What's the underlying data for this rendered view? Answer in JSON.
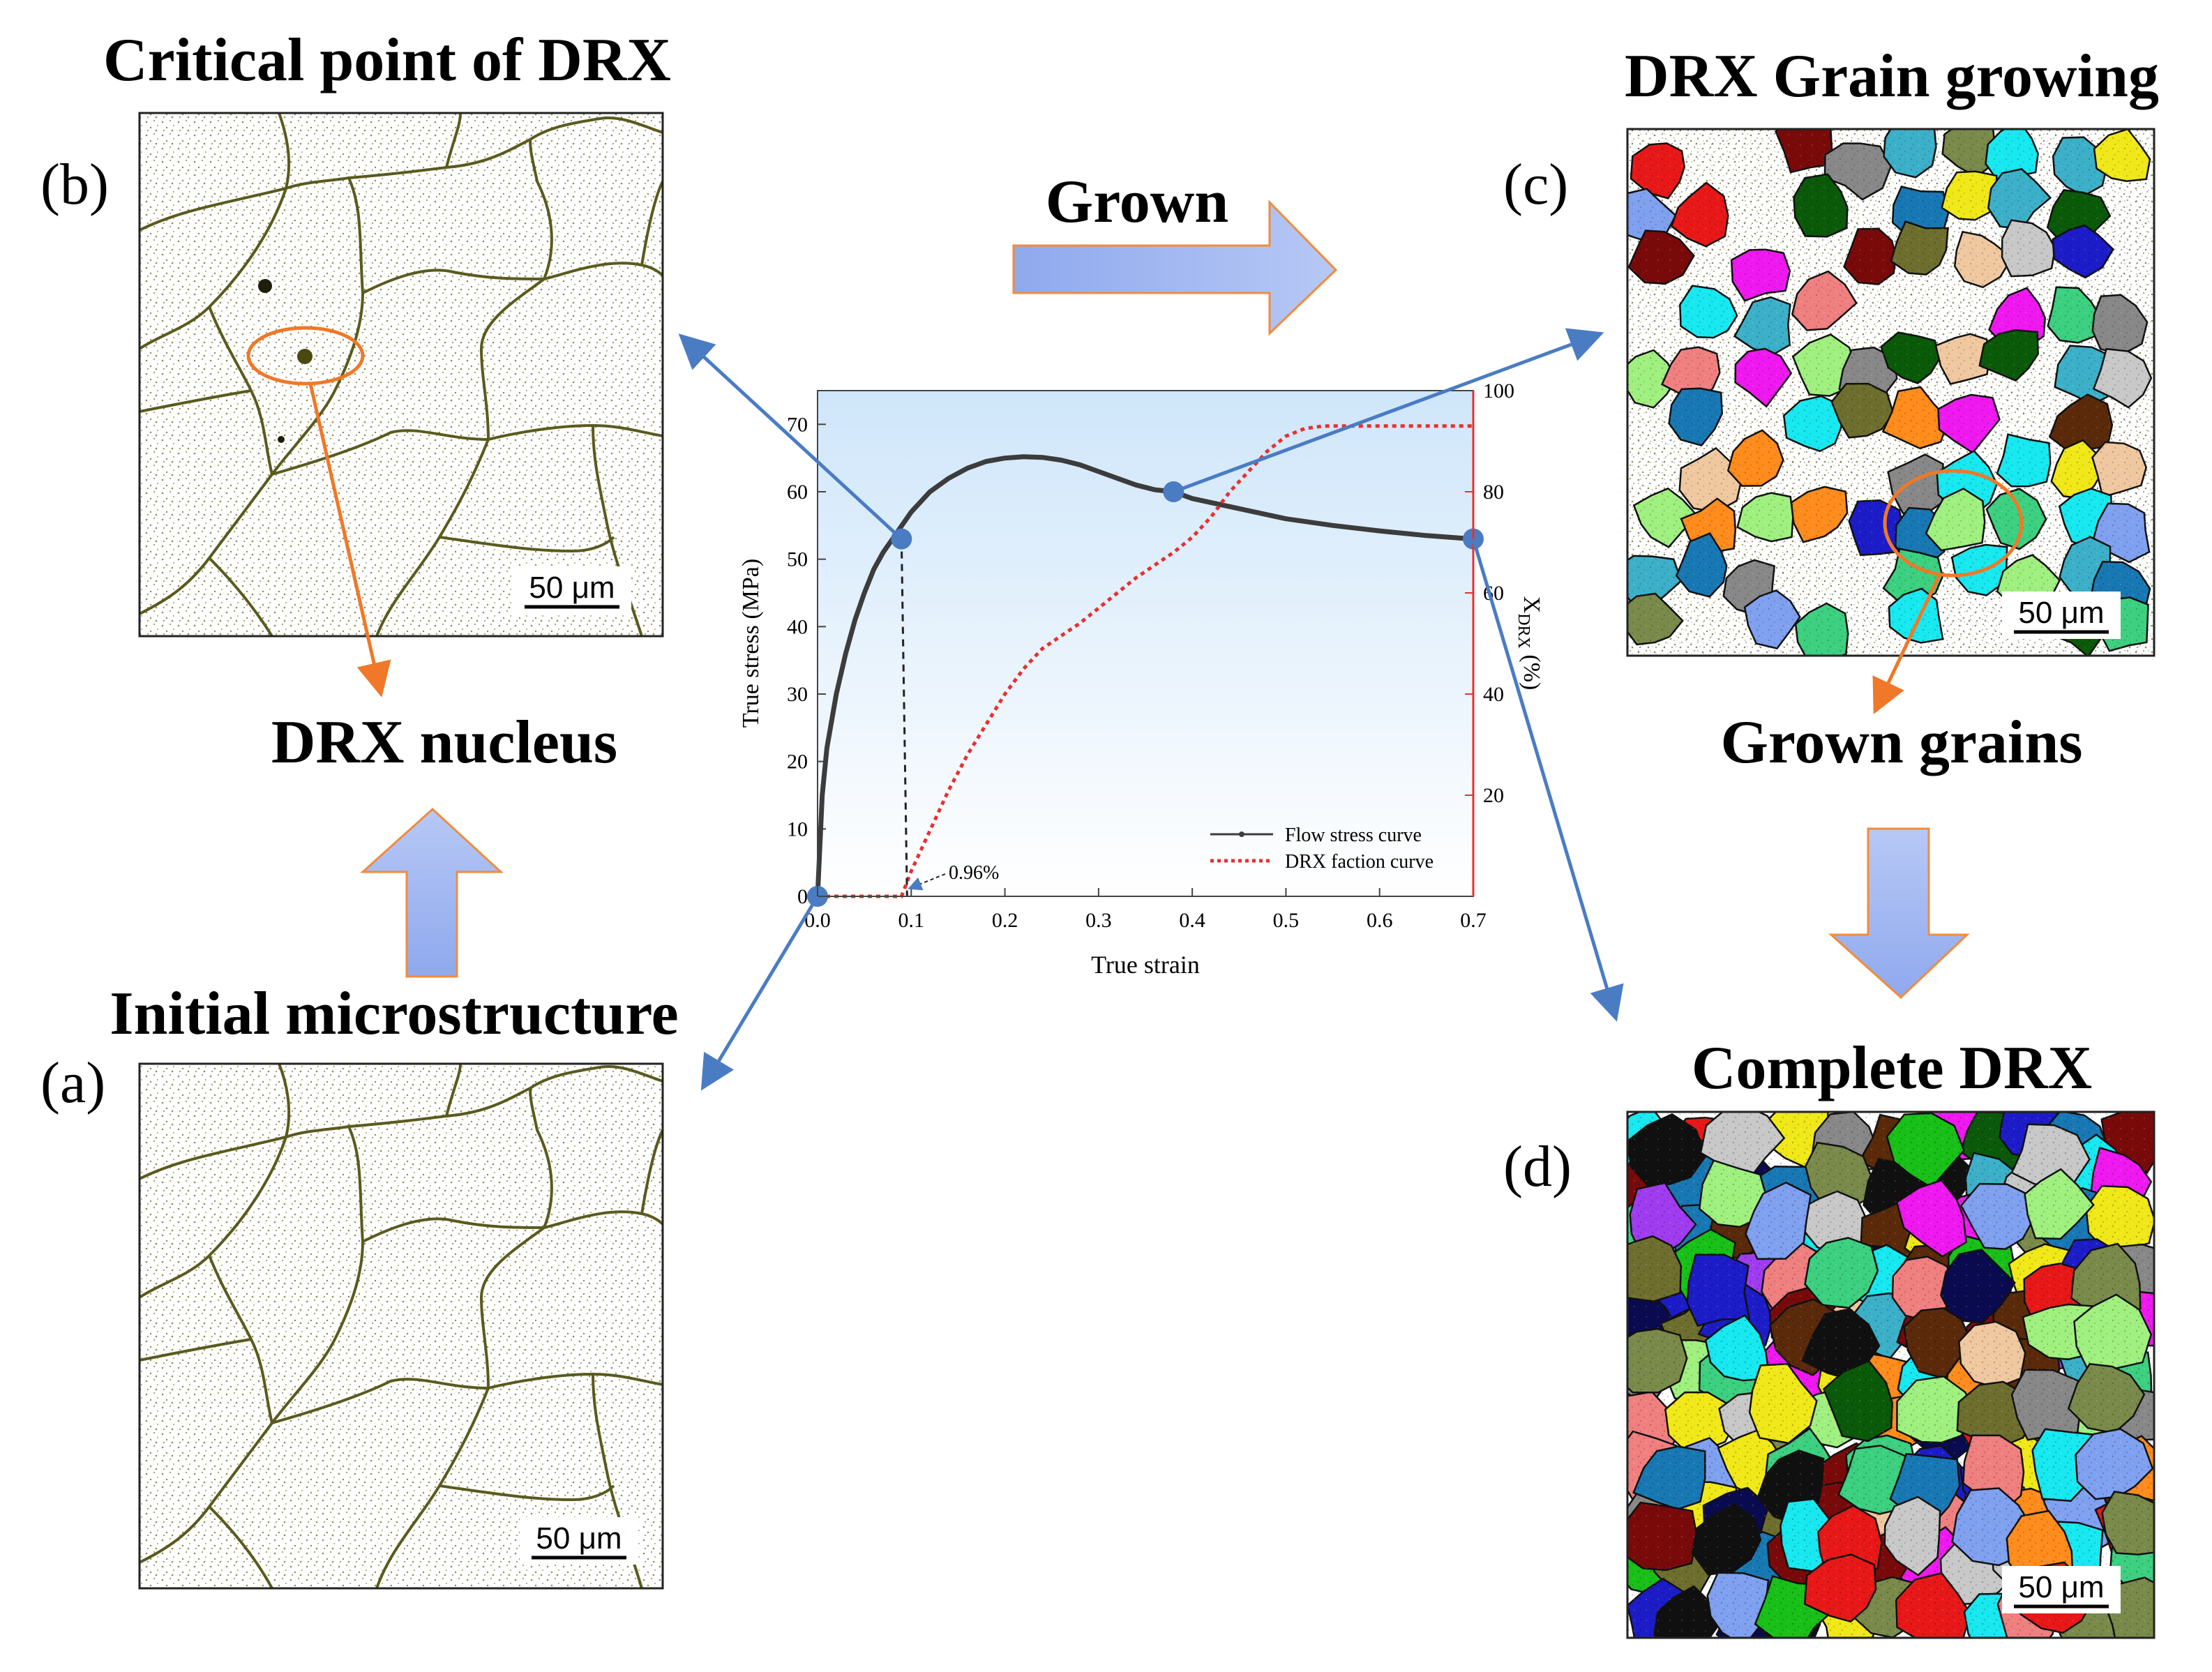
{
  "headings": {
    "critical": "Critical point of DRX",
    "growing": "DRX Grain growing",
    "nucleus": "DRX nucleus",
    "grown_grains": "Grown grains",
    "initial": "Initial microstructure",
    "complete": "Complete DRX",
    "grown_arrow": "Grown"
  },
  "panels": {
    "a": {
      "label": "(a)",
      "scalebar": "50 μm"
    },
    "b": {
      "label": "(b)",
      "scalebar": "50 μm"
    },
    "c": {
      "label": "(c)",
      "scalebar": "50 μm"
    },
    "d": {
      "label": "(d)",
      "scalebar": "50 μm"
    }
  },
  "colors": {
    "boundary": "#5a5a1e",
    "arrow_fill": "#a9bdf2",
    "arrow_outline": "#f08c3c",
    "connector": "#4a7cc4",
    "marker": "#4a7cc4",
    "highlight": "#f07828",
    "stress_curve": "#3c3c3c",
    "drx_curve": "#e83030",
    "grain_palette": [
      "#e81818",
      "#1c1cc8",
      "#18c018",
      "#f0e818",
      "#f018f0",
      "#18e8f0",
      "#7a0a0a",
      "#0a5a0a",
      "#888888",
      "#c8c8c8",
      "#1878b4",
      "#a03cf0",
      "#f0c8a0",
      "#7a8a4a",
      "#3cd080",
      "#5a2a0a",
      "#f08080",
      "#80a0f0",
      "#0a0a50",
      "#ff8c1c",
      "#a0f080",
      "#6e6e2e",
      "#101010",
      "#3cb0c8"
    ]
  },
  "chart_data": {
    "type": "line",
    "xlabel": "True strain",
    "ylabel": "True stress (MPa)",
    "y2label": "X",
    "y2label_sub": "DRX",
    "y2label_unit": " (%)",
    "xlim": [
      0,
      0.7
    ],
    "ylim": [
      0,
      75
    ],
    "y2lim": [
      0,
      100
    ],
    "xticks": [
      0.0,
      0.1,
      0.2,
      0.3,
      0.4,
      0.5,
      0.6,
      0.7
    ],
    "xtick_labels": [
      "0.0",
      "0.1",
      "0.2",
      "0.3",
      "0.4",
      "0.5",
      "0.6",
      "0.7"
    ],
    "yticks": [
      0,
      10,
      20,
      30,
      40,
      50,
      60,
      70
    ],
    "ytick_labels": [
      "0",
      "10",
      "20",
      "30",
      "40",
      "50",
      "60",
      "70"
    ],
    "y2ticks": [
      20,
      40,
      60,
      80,
      100
    ],
    "y2tick_labels": [
      "20",
      "40",
      "60",
      "80",
      "100"
    ],
    "series": [
      {
        "name": "Flow stress curve",
        "axis": "left",
        "x": [
          0.0,
          0.005,
          0.01,
          0.02,
          0.03,
          0.04,
          0.05,
          0.06,
          0.07,
          0.08,
          0.09,
          0.1,
          0.12,
          0.14,
          0.16,
          0.18,
          0.2,
          0.22,
          0.24,
          0.26,
          0.28,
          0.3,
          0.32,
          0.34,
          0.36,
          0.38,
          0.4,
          0.45,
          0.5,
          0.55,
          0.6,
          0.65,
          0.7
        ],
        "y": [
          0,
          15,
          22,
          30,
          36,
          41,
          45,
          48.5,
          51,
          53,
          55,
          57,
          60,
          62,
          63.5,
          64.5,
          65,
          65.2,
          65.1,
          64.7,
          64,
          63,
          62,
          61,
          60.3,
          60,
          59,
          57.5,
          56,
          55,
          54.2,
          53.5,
          53
        ]
      },
      {
        "name": "DRX faction curve",
        "axis": "right",
        "x": [
          0.0,
          0.0896,
          0.1,
          0.12,
          0.14,
          0.16,
          0.18,
          0.2,
          0.22,
          0.24,
          0.26,
          0.28,
          0.3,
          0.32,
          0.34,
          0.36,
          0.38,
          0.4,
          0.42,
          0.44,
          0.46,
          0.48,
          0.5,
          0.52,
          0.54,
          0.55,
          0.58,
          0.62,
          0.66,
          0.7
        ],
        "y": [
          0,
          0,
          5,
          13,
          21,
          28,
          34,
          40,
          45,
          49,
          51.5,
          54,
          57,
          60,
          63,
          65.5,
          68,
          71,
          75,
          80,
          84,
          88,
          91,
          92.5,
          93,
          93,
          93,
          93,
          93,
          93
        ]
      }
    ],
    "markers": [
      {
        "x": 0.0,
        "y": 0
      },
      {
        "x": 0.0896,
        "y": 53
      },
      {
        "x": 0.38,
        "y": 60
      },
      {
        "x": 0.7,
        "y": 53
      }
    ],
    "annotation": "0.96%",
    "legend_position": "bottom-right"
  }
}
